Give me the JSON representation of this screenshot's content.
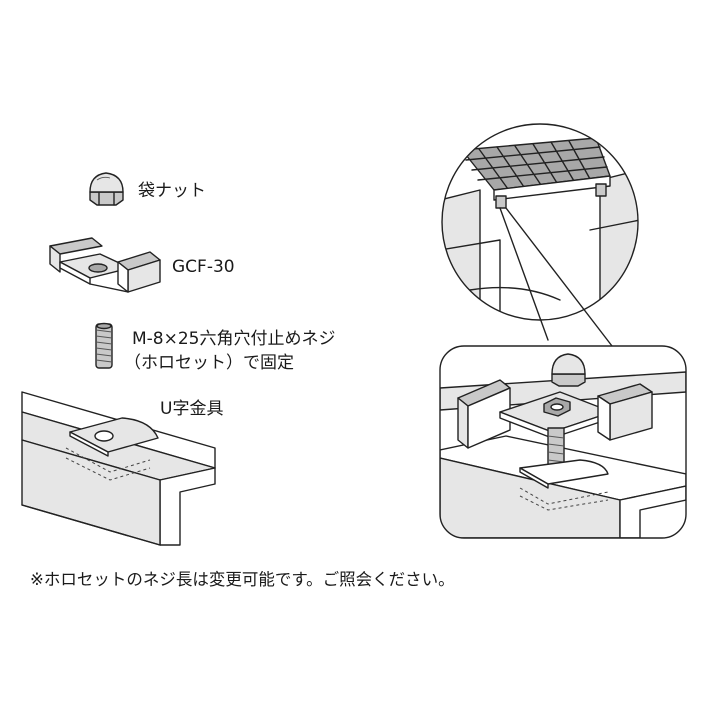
{
  "parts": {
    "cap_nut": "袋ナット",
    "clip": "GCF-30",
    "set_screw_line1": "M-8×25六角穴付止めネジ",
    "set_screw_line2": "（ホロセット）で固定",
    "u_bracket": "U字金具"
  },
  "note": "※ホロセットのネジ長は変更可能です。ご照会ください。",
  "colors": {
    "line": "#222222",
    "fill_gray": "#c9c9c9",
    "fill_light": "#e6e6e6"
  }
}
